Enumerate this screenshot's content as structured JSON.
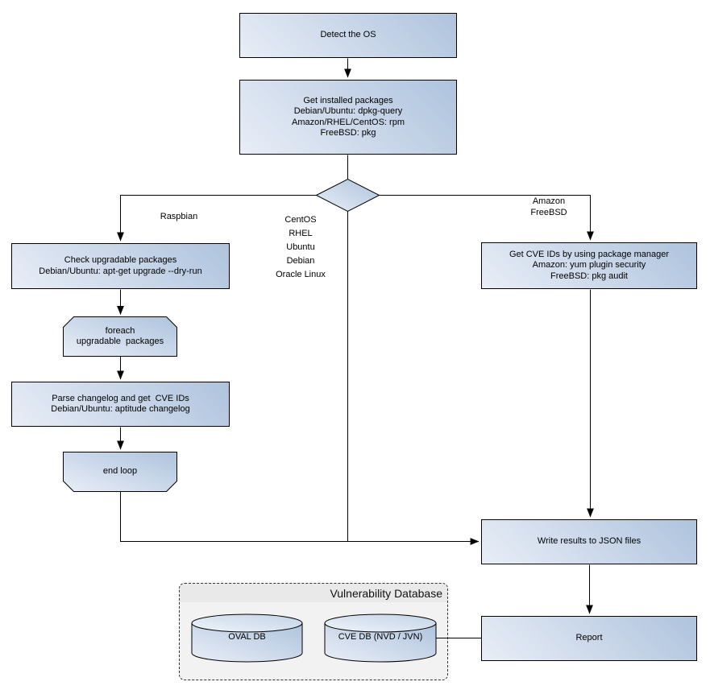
{
  "nodes": {
    "detect_os": "Detect the OS",
    "get_installed_packages": "Get installed packages\nDebian/Ubuntu: dpkg-query\nAmazon/RHEL/CentOS: rpm\nFreeBSD: pkg",
    "check_upgradable": "Check upgradable packages\nDebian/Ubuntu: apt-get upgrade --dry-run",
    "foreach_loop": "foreach\nupgradable  packages",
    "parse_changelog": "Parse changelog and get  CVE IDs\nDebian/Ubuntu: aptitude changelog",
    "end_loop": "end loop",
    "get_cve_ids": "Get CVE IDs by using package manager\nAmazon: yum plugin security\nFreeBSD: pkg audit",
    "write_results": "Write results to JSON files",
    "report": "Report",
    "oval_db": "OVAL DB",
    "cve_db": "CVE DB (NVD / JVN)"
  },
  "branch_labels": {
    "raspbian": "Raspbian",
    "middle_os_list": "CentOS\nRHEL\nUbuntu\nDebian\nOracle Linux",
    "amazon_freebsd": "Amazon\nFreeBSD"
  },
  "database_container": {
    "title": "Vulnerability Database"
  },
  "colors": {
    "node_fill_light": "#e9eef7",
    "node_fill_dark": "#aec3dd",
    "outline": "#000000",
    "container_body": "#f2f2f2",
    "container_header": "#e9e9e9"
  }
}
